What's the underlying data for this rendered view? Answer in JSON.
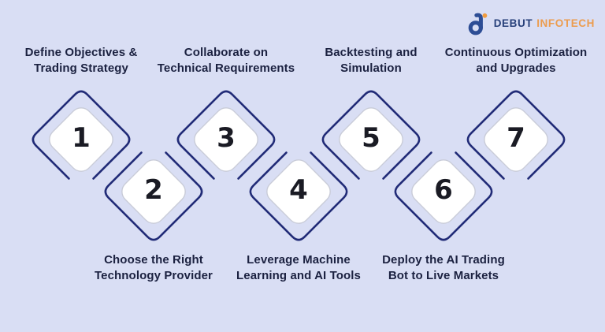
{
  "background_color": "#d9def4",
  "logo": {
    "brand_primary": "DEBUT",
    "brand_secondary": "INFOTECH",
    "primary_color": "#27407a",
    "secondary_color": "#ec9c4e",
    "mark_color": "#2d4d95",
    "mark_dot_color": "#f09b3e"
  },
  "diagram": {
    "outline_color": "#212b77",
    "shape_fill": "#ffffff",
    "shape_border_color": "#c9ccd8",
    "number_color": "#1a1b24",
    "label_color": "#1b2140",
    "steps": [
      {
        "number": "1",
        "label": "Define Objectives &\nTrading Strategy",
        "position": "top"
      },
      {
        "number": "2",
        "label": "Choose the Right\nTechnology Provider",
        "position": "bottom"
      },
      {
        "number": "3",
        "label": "Collaborate on\nTechnical Requirements",
        "position": "top"
      },
      {
        "number": "4",
        "label": "Leverage Machine\nLearning and AI Tools",
        "position": "bottom"
      },
      {
        "number": "5",
        "label": "Backtesting and\nSimulation",
        "position": "top"
      },
      {
        "number": "6",
        "label": "Deploy the AI Trading\nBot to Live Markets",
        "position": "bottom"
      },
      {
        "number": "7",
        "label": "Continuous Optimization\nand Upgrades",
        "position": "top"
      }
    ]
  }
}
